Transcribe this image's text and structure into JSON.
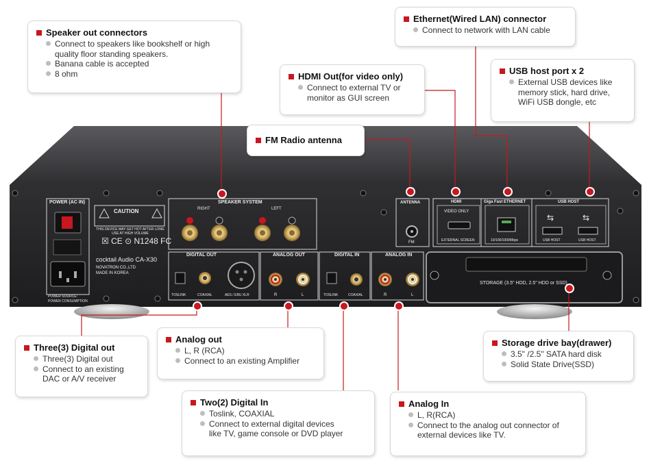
{
  "callouts": {
    "speaker_out": {
      "title": "Speaker out connectors",
      "items": [
        "Connect to speakers like bookshelf or high\nquality floor standing speakers.",
        "Banana cable is accepted",
        "8 ohm"
      ]
    },
    "ethernet": {
      "title": "Ethernet(Wired LAN) connector",
      "items": [
        "Connect to network with LAN cable"
      ]
    },
    "hdmi": {
      "title": "HDMI Out(for video only)",
      "items": [
        "Connect to external TV or\nmonitor as GUI screen"
      ]
    },
    "usb": {
      "title": "USB host port x 2",
      "items": [
        "External USB devices like\nmemory stick, hard drive,\nWiFi USB dongle, etc"
      ]
    },
    "fm": {
      "title": "FM Radio antenna",
      "items": []
    },
    "digital_out": {
      "title": "Three(3) Digital out",
      "items": [
        "Three(3) Digital out",
        "Connect to an existing\nDAC or A/V receiver"
      ]
    },
    "analog_out": {
      "title": "Analog out",
      "items": [
        "L, R (RCA)",
        "Connect to an existing Amplifier"
      ]
    },
    "digital_in": {
      "title": "Two(2) Digital In",
      "items": [
        "Toslink, COAXIAL",
        "Connect to external digital devices\nlike TV, game console or DVD player"
      ]
    },
    "analog_in": {
      "title": "Analog In",
      "items": [
        "L, R(RCA)",
        "Connect to the analog out connector of\nexternal devices like TV."
      ]
    },
    "storage": {
      "title": "Storage drive bay(drawer)",
      "items": [
        "3.5\" /2.5\" SATA hard disk",
        "Solid State Drive(SSD)"
      ]
    }
  },
  "panel": {
    "power": "POWER (AC IN)",
    "caution": "CAUTION",
    "caution_note": "THIS DEVICE MAY GET HOT AFTER LONG USE AT HIGH VOLUME",
    "speaker_system": "SPEAKER SYSTEM",
    "right": "RIGHT",
    "left": "LEFT",
    "antenna": "ANTENNA",
    "fm": "FM",
    "hdmi": "HDMI",
    "video_only": "VIDEO ONLY",
    "external_screen": "EXTERNAL SCREEN",
    "ethernet": "Giga Fast ETHERNET",
    "ethernet_speed": "10/100/1000Mbps",
    "usb_host": "USB HOST",
    "usb_host_a": "USB HOST",
    "usb_host_b": "USB HOST",
    "brand": "cocktail Audio CA-X30",
    "maker": "NOVATRON CO.,LTD",
    "made_in": "MADE IN KOREA",
    "digital_out": "DIGITAL OUT",
    "toslink_out": "TOSLINK",
    "coaxial_out": "COAXIAL",
    "aes_ebu": "AES / EBU XLR",
    "analog_out": "ANALOG OUT",
    "digital_in": "DIGITAL IN",
    "toslink_in": "TOSLINK",
    "coaxial_in": "COAXIAL",
    "analog_in": "ANALOG IN",
    "r_out": "R",
    "l_out": "L",
    "r_in": "R",
    "l_in": "L",
    "storage": "STORAGE (3.5\" HDD, 2.5\" HDD or SSD)",
    "power_source": "POWER SOURCE:",
    "power_consumption": "POWER CONSUMPTION"
  },
  "colors": {
    "accent": "#c8171e",
    "chassis": "#2b2b2d",
    "panel_line": "#d9d9d9"
  }
}
